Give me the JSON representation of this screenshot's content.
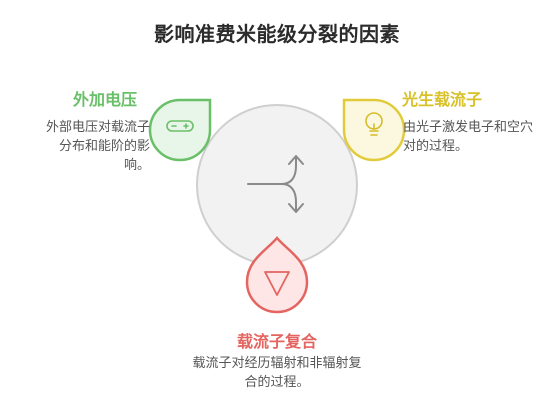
{
  "title": "影响准费米能级分裂的因素",
  "factors": [
    {
      "heading": "外加电压",
      "description": "外部电压对载流子分布和能阶的影响。",
      "icon": "battery-icon",
      "color": "#6abf69"
    },
    {
      "heading": "光生载流子",
      "description": "由光子激发电子和空穴对的过程。",
      "icon": "lightbulb-icon",
      "color": "#e2cb3a"
    },
    {
      "heading": "载流子复合",
      "description": "载流子对经历辐射和非辐射复合的过程。",
      "icon": "triangle-down-icon",
      "color": "#e46460"
    }
  ],
  "center_icon": "split-arrows-icon"
}
